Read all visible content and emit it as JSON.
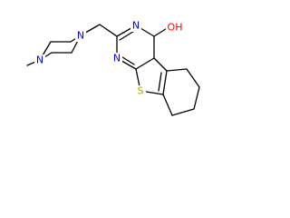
{
  "molecule": {
    "atoms": {
      "n_piperazine_methyl": {
        "label": "N",
        "color": "#0000ff"
      },
      "n_piperazine_ch2": {
        "label": "N",
        "color": "#0000ff"
      },
      "n3_pyrimidine": {
        "label": "N",
        "color": "#0000ff"
      },
      "n1_pyrimidine": {
        "label": "N",
        "color": "#0000ff"
      },
      "sulfur": {
        "label": "S",
        "color": "#b5a600"
      },
      "hydroxyl": {
        "label": "OH",
        "color": "#ff0000"
      }
    }
  }
}
